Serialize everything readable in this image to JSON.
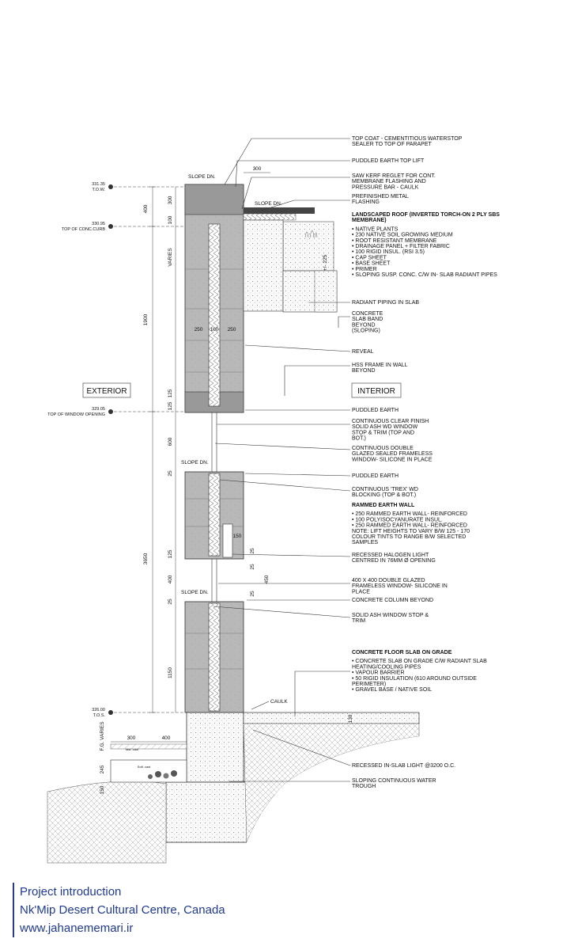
{
  "labels": {
    "exterior": "EXTERIOR",
    "interior": "INTERIOR"
  },
  "levels": [
    {
      "elev": "331.35",
      "name": "T.O.W."
    },
    {
      "elev": "330.95",
      "name": "TOP OF CONC.CURB"
    },
    {
      "elev": "329.05",
      "name": "TOP OF WINDOW OPENING"
    },
    {
      "elev": "326.00",
      "name": "T.O.S."
    }
  ],
  "slope_labels": [
    "SLOPE DN.",
    "SLOPE DN.",
    "SLOPE DN.",
    "SLOPE DN."
  ],
  "dims_left_outer": [
    "400",
    "1900",
    "3650"
  ],
  "dims_left_inner": [
    "300",
    "100",
    "VARIES",
    "125",
    "125",
    "600",
    "25",
    "125",
    "400",
    "25",
    "1150"
  ],
  "dims_misc": {
    "top_300": "300",
    "wall_a": "250",
    "wall_b": "100",
    "wall_c": "250",
    "d150": "150",
    "d25a": "25",
    "d25b": "25",
    "d450": "450",
    "d25c": "25",
    "d225": "+/- 225",
    "fg": "F.G. VARIES",
    "d300": "300",
    "d400": "400",
    "d245": "245",
    "d150b": "150",
    "d130": "130"
  },
  "small_tags": [
    "fast. caul",
    "Soft. cast"
  ],
  "caulk": "CAULK",
  "notes": [
    {
      "lines": [
        "TOP COAT - CEMENTITIOUS WATERSTOP",
        "SEALER TO TOP OF PARAPET"
      ]
    },
    {
      "lines": [
        "PUDDLED EARTH TOP LIFT"
      ]
    },
    {
      "lines": [
        "SAW KERF REGLET FOR CONT.",
        "MEMBRANE FLASHING AND",
        "PRESSURE BAR - CAULK"
      ]
    },
    {
      "lines": [
        "PREFINISHED METAL",
        "FLASHING"
      ]
    },
    {
      "lines": [
        "RADIANT PIPING IN SLAB"
      ]
    },
    {
      "lines": [
        "CONCRETE",
        "SLAB BAND",
        "BEYOND",
        "(SLOPING)"
      ]
    },
    {
      "lines": [
        "REVEAL"
      ]
    },
    {
      "lines": [
        "HSS FRAME IN WALL",
        "BEYOND"
      ]
    },
    {
      "lines": [
        "PUDDLED EARTH"
      ]
    },
    {
      "lines": [
        "CONTINUOUS CLEAR FINISH",
        "SOLID ASH WD WINDOW",
        "STOP & TRIM (TOP AND",
        "BOT.)"
      ]
    },
    {
      "lines": [
        "CONTINUOUS DOUBLE",
        "GLAZED SEALED FRAMELESS",
        "WINDOW- SILICONE IN PLACE"
      ]
    },
    {
      "lines": [
        "PUDDLED EARTH"
      ]
    },
    {
      "lines": [
        "CONTINUOUS 'TREX' WD",
        "BLOCKING (TOP & BOT.)"
      ]
    },
    {
      "lines": [
        "RECESSED HALOGEN LIGHT",
        "CENTRED IN 76MM Ø OPENING"
      ]
    },
    {
      "lines": [
        "400 X 400 DOUBLE GLAZED",
        "FRAMELESS WINDOW- SILICONE IN",
        "PLACE"
      ]
    },
    {
      "lines": [
        "CONCRETE COLUMN BEYOND"
      ]
    },
    {
      "lines": [
        "SOLID ASH WINDOW STOP &",
        "TRIM"
      ]
    },
    {
      "lines": [
        "RECESSED IN-SLAB LIGHT @3200 O.C."
      ]
    },
    {
      "lines": [
        "SLOPING CONTINUOUS WATER",
        "TROUGH"
      ]
    }
  ],
  "spec_blocks": [
    {
      "title": [
        "LANDSCAPED ROOF (INVERTED TORCH-ON 2 PLY SBS",
        "MEMBRANE)"
      ],
      "items": [
        "• NATIVE PLANTS",
        "• 230 NATIVE SOIL GROWING MEDIUM",
        "• ROOT RESISTANT MEMBRANE",
        "• DRAINAGE PANEL + FILTER FABRIC",
        "• 100 RIGID INSUL. (RSI 3.5)",
        "• CAP SHEET",
        "• BASE SHEET",
        "• PRIMER",
        "• SLOPING SUSP. CONC. C/W IN- SLAB RADIANT PIPES"
      ]
    },
    {
      "title": [
        "RAMMED EARTH WALL"
      ],
      "items": [
        "• 250 RAMMED EARTH WALL- REINFORCED",
        "• 100 POLYISOCYANURATE  INSUL.",
        "• 250 RAMMED EARTH WALL- REINFORCED",
        "NOTE: LIFT HEIGHTS TO VARY B/W 125 -  170",
        "COLOUR TINTS TO RANGE B/W SELECTED",
        "SAMPLES"
      ]
    },
    {
      "title": [
        "CONCRETE FLOOR SLAB ON GRADE"
      ],
      "items": [
        "• CONCRETE SLAB ON GRADE C/W RADIANT SLAB",
        "HEATING/COOLING PIPES",
        "• VAPOUR BARRIER",
        "• 50 RIGID INSULATION (610 AROUND OUTSIDE",
        "PERIMETER)",
        "• GRAVEL BASE / NATIVE SOIL"
      ]
    }
  ],
  "footer": {
    "line1": "Project introduction",
    "line2": "Nk'Mip Desert Cultural Centre, Canada",
    "line3": "www.jahanememari.ir"
  }
}
